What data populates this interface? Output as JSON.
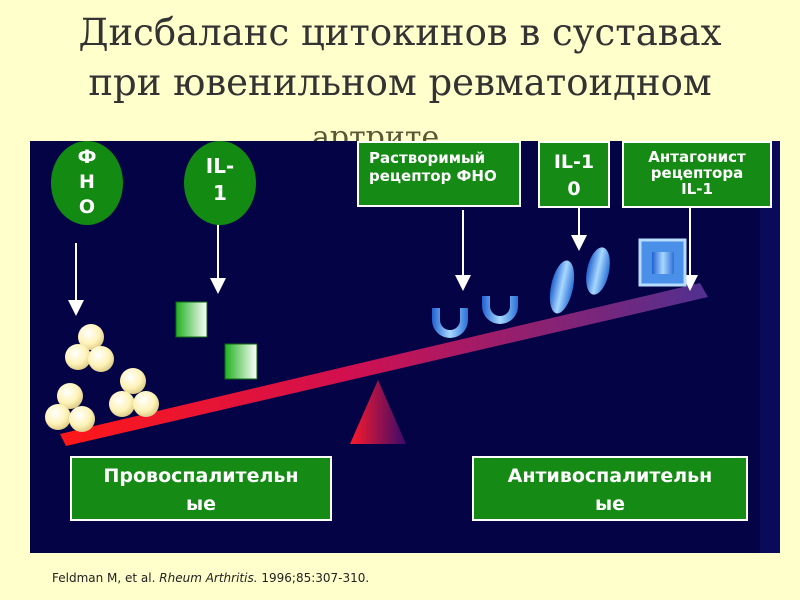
{
  "slide": {
    "title_line1": "Дисбаланс цитокинов в суставах",
    "title_line2": "при ювенильном ревматоидном",
    "title_line3": "артрите"
  },
  "cytokines": {
    "tnf_letters": [
      "Ф",
      "Н",
      "О"
    ],
    "il1_line1": "IL-",
    "il1_line2": "1",
    "soluble_receptor_line1": "Растворимый",
    "soluble_receptor_line2": "рецептор ФНО",
    "il10_line1": "IL-1",
    "il10_line2": "0",
    "antagonist_line1": "Антагонист",
    "antagonist_line2": "рецептора",
    "antagonist_line3": "IL-1"
  },
  "groups": {
    "pro_line1": "Провоспалительн",
    "pro_line2": "ые",
    "anti_line1": "Антивоспалительн",
    "anti_line2": "ые"
  },
  "citation": {
    "authors": "Feldman M, et al.",
    "journal": "Rheum Arthritis.",
    "details": "1996;85:307-310."
  },
  "colors": {
    "background": "#ffffcc",
    "panel": "#030345",
    "label_green": "#158a15",
    "beam_red": "#e0102a",
    "fulcrum": "#c01040",
    "ball": "#fff7c8",
    "receptor_blue": "#5aa0e8"
  }
}
